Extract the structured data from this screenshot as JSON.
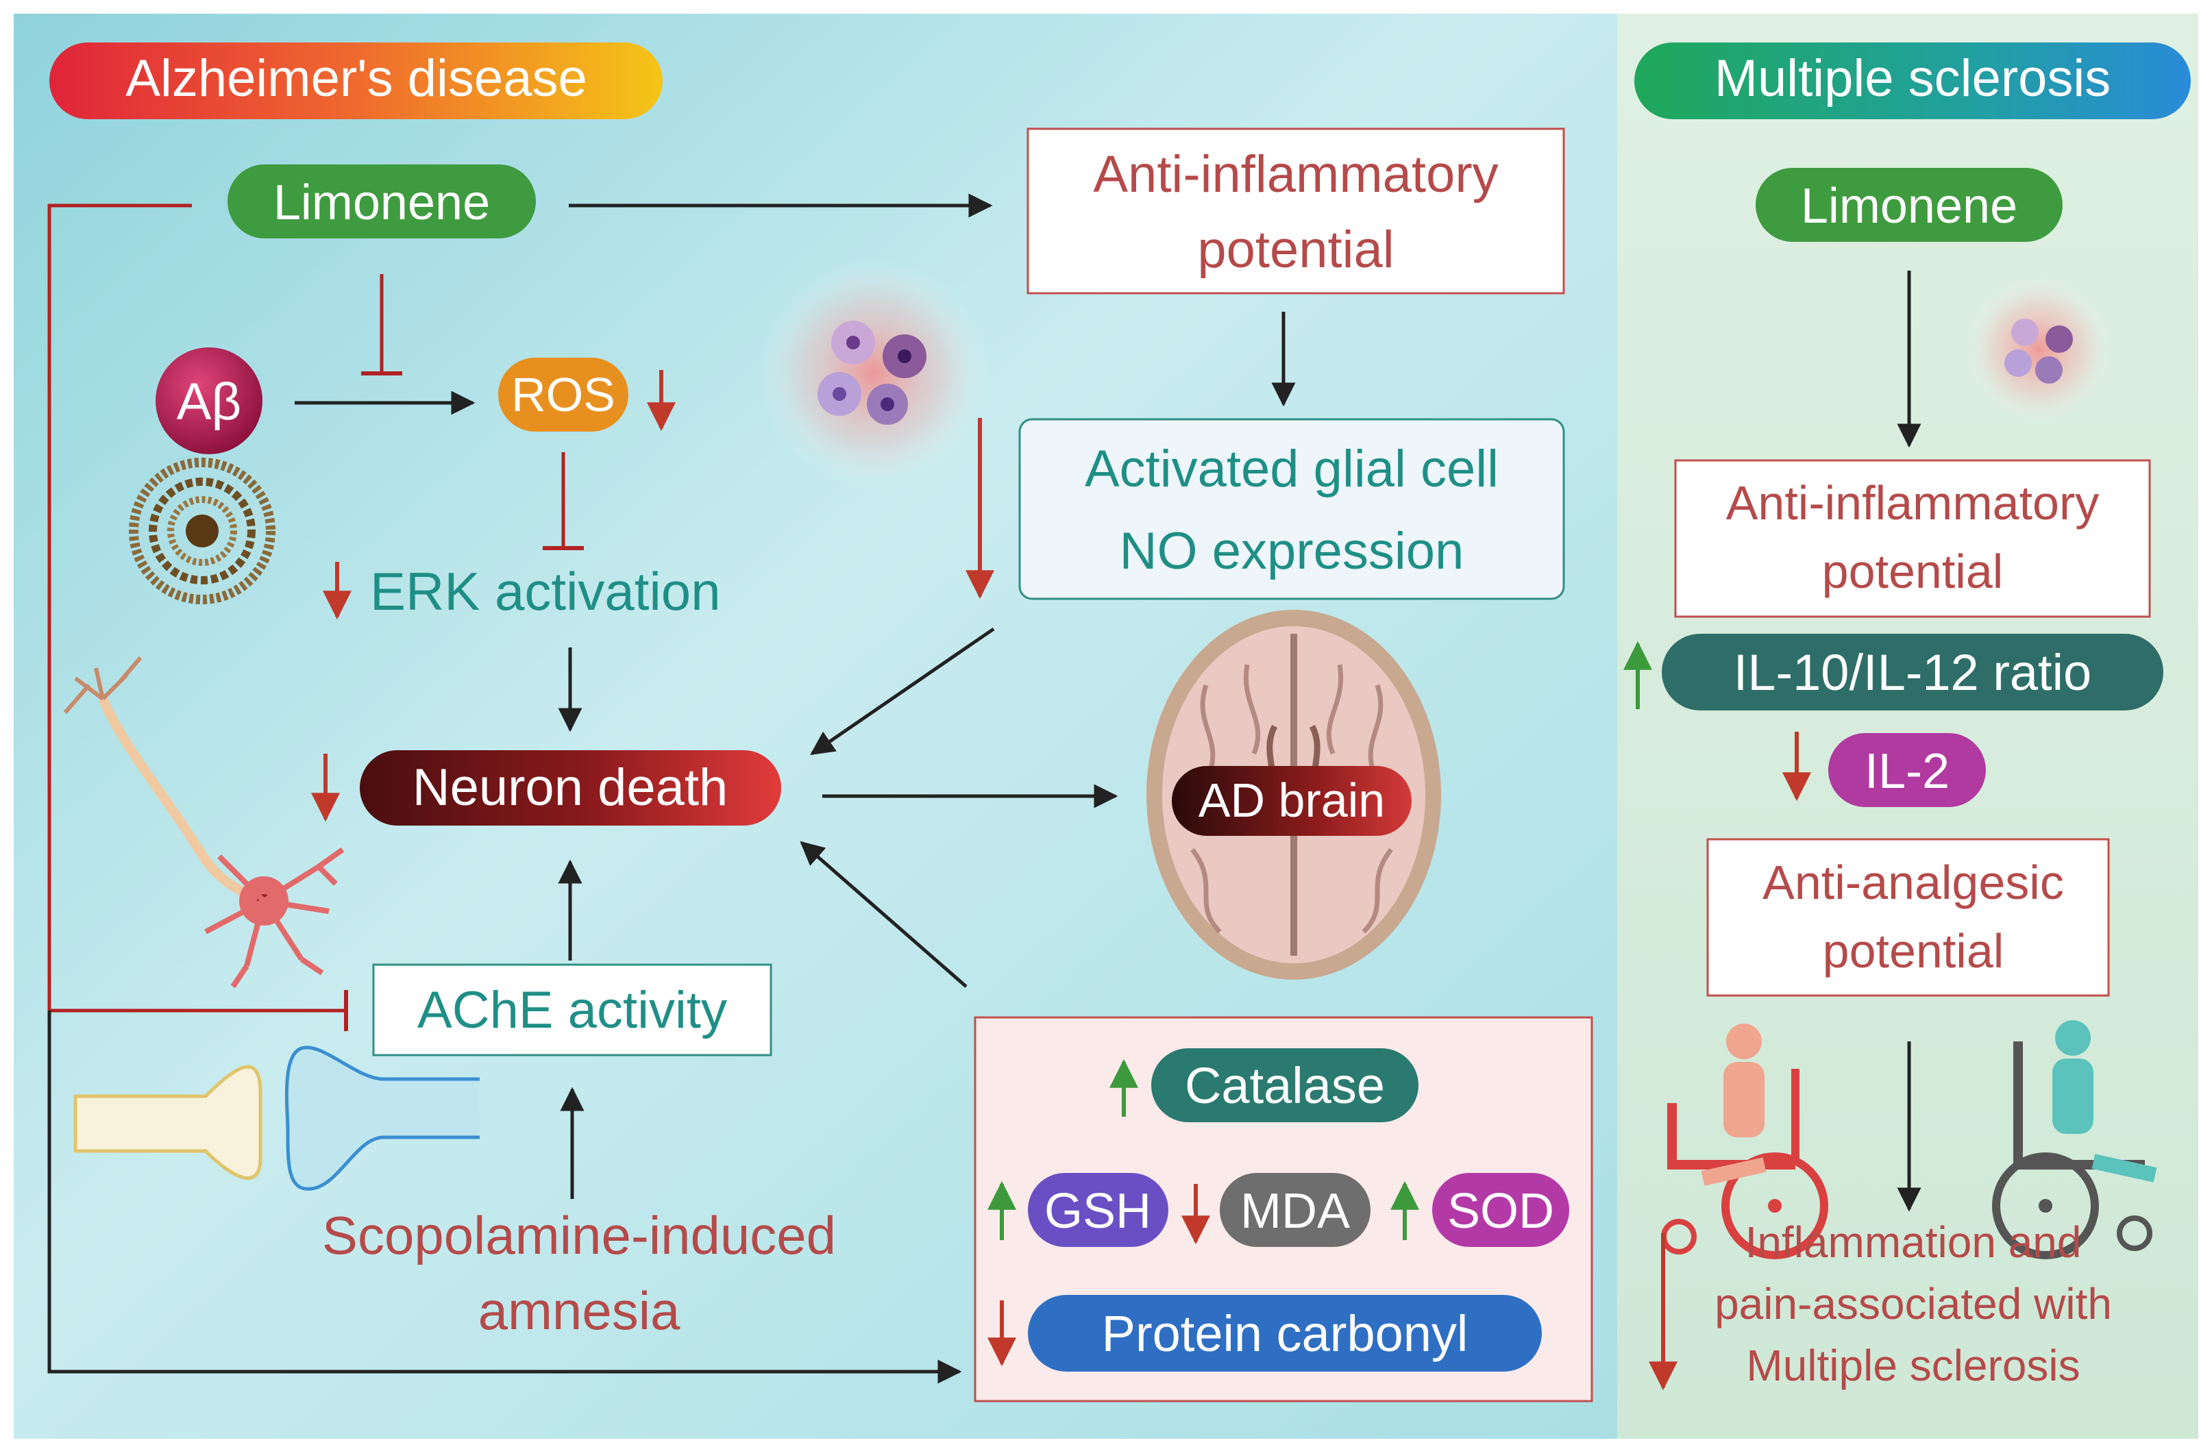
{
  "alzheimers": {
    "header": "Alzheimer's disease",
    "limonene": "Limonene",
    "abeta": "Aβ",
    "ros": "ROS",
    "erk": "ERK activation",
    "neuron_death": "Neuron death",
    "ache": "AChE activity",
    "scopolamine_line1": "Scopolamine-induced",
    "scopolamine_line2": "amnesia",
    "anti_inflammatory_line1": "Anti-inflammatory",
    "anti_inflammatory_line2": "potential",
    "glial_line1": "Activated glial cell",
    "glial_line2": "NO expression",
    "ad_brain": "AD brain",
    "catalase": "Catalase",
    "gsh": "GSH",
    "mda": "MDA",
    "sod": "SOD",
    "protein_carbonyl": "Protein carbonyl"
  },
  "multiple_sclerosis": {
    "header": "Multiple sclerosis",
    "limonene": "Limonene",
    "anti_inflammatory_line1": "Anti-inflammatory",
    "anti_inflammatory_line2": "potential",
    "il_ratio": "IL-10/IL-12 ratio",
    "il2": "IL-2",
    "anti_analgesic_line1": "Anti-analgesic",
    "anti_analgesic_line2": "potential",
    "outcome_line1": "Inflammation and",
    "outcome_line2": "pain-associated with",
    "outcome_line3": "Multiple sclerosis"
  },
  "colors": {
    "red_text": "#b54a4a",
    "teal_text": "#1f8f86",
    "inhibit_red": "#b22222",
    "up_green": "#3c9a3c",
    "down_red": "#c0392b",
    "limonene_green": "#3f9b3f",
    "ros_orange": "#e8901f",
    "catalase_teal": "#2b7a70",
    "gsh_purple": "#6a4fc4",
    "mda_gray": "#6e6e6e",
    "sod_magenta": "#b33aa6",
    "carbonyl_blue": "#2f6fc3",
    "ratio_teal": "#2f6e68",
    "il2_magenta": "#b03aa0"
  }
}
